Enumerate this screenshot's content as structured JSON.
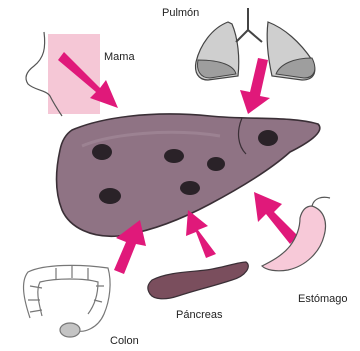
{
  "labels": {
    "lung": "Pulmón",
    "breast": "Mama",
    "stomach": "Estómago",
    "pancreas": "Páncreas",
    "colon": "Colon"
  },
  "colors": {
    "arrow": "#e0197a",
    "liver": "#8f7384",
    "liver_outline": "#3a2f36",
    "metastasis": "#2a2228",
    "lung": "#cfcfcf",
    "breast": "#f5c7d6",
    "stomach": "#f7c9d8",
    "pancreas": "#7a4e5d",
    "colon": "#c4c4c4"
  }
}
